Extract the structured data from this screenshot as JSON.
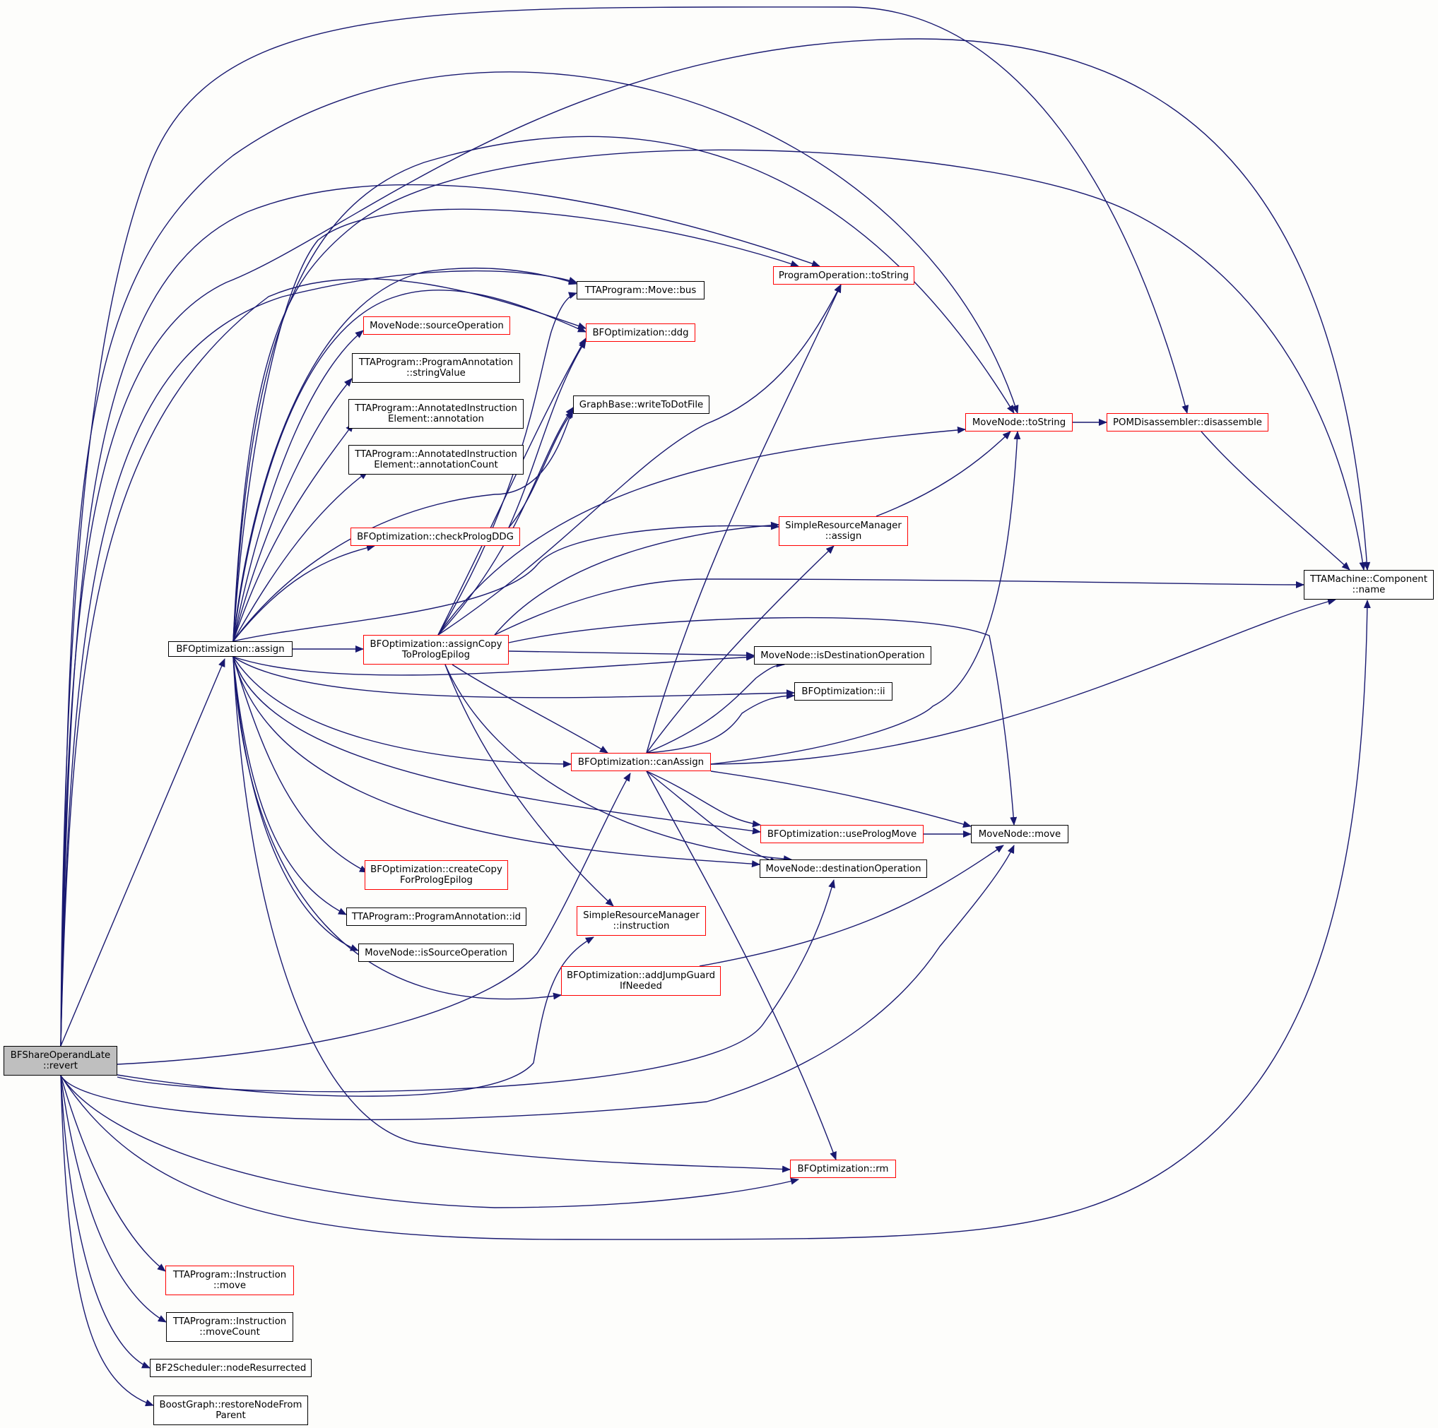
{
  "diagram": {
    "edge_color": "#191970",
    "nodes": {
      "root": {
        "lines": [
          "BFShareOperandLate",
          "::revert"
        ],
        "border": "black",
        "fill": "#bfbfbf"
      },
      "assign": {
        "lines": [
          "BFOptimization::assign"
        ],
        "border": "black"
      },
      "bus": {
        "lines": [
          "TTAProgram::Move::bus"
        ],
        "border": "black"
      },
      "srcop": {
        "lines": [
          "MoveNode::sourceOperation"
        ],
        "border": "red"
      },
      "strval": {
        "lines": [
          "TTAProgram::ProgramAnnotation",
          "::stringValue"
        ],
        "border": "black"
      },
      "annot": {
        "lines": [
          "TTAProgram::AnnotatedInstruction",
          "Element::annotation"
        ],
        "border": "black"
      },
      "annotcnt": {
        "lines": [
          "TTAProgram::AnnotatedInstruction",
          "Element::annotationCount"
        ],
        "border": "black"
      },
      "checkpro": {
        "lines": [
          "BFOptimization::checkPrologDDG"
        ],
        "border": "red"
      },
      "acpe": {
        "lines": [
          "BFOptimization::assignCopy",
          "ToPrologEpilog"
        ],
        "border": "red"
      },
      "ddg": {
        "lines": [
          "BFOptimization::ddg"
        ],
        "border": "red"
      },
      "writedot": {
        "lines": [
          "GraphBase::writeToDotFile"
        ],
        "border": "black"
      },
      "potostr": {
        "lines": [
          "ProgramOperation::toString"
        ],
        "border": "red"
      },
      "mntostr": {
        "lines": [
          "MoveNode::toString"
        ],
        "border": "red"
      },
      "pomdis": {
        "lines": [
          "POMDisassembler::disassemble"
        ],
        "border": "red"
      },
      "srmassign": {
        "lines": [
          "SimpleResourceManager",
          "::assign"
        ],
        "border": "red"
      },
      "compname": {
        "lines": [
          "TTAMachine::Component",
          "::name"
        ],
        "border": "black"
      },
      "isdestop": {
        "lines": [
          "MoveNode::isDestinationOperation"
        ],
        "border": "black"
      },
      "ii": {
        "lines": [
          "BFOptimization::ii"
        ],
        "border": "black"
      },
      "canassign": {
        "lines": [
          "BFOptimization::canAssign"
        ],
        "border": "red"
      },
      "useprolog": {
        "lines": [
          "BFOptimization::usePrologMove"
        ],
        "border": "red"
      },
      "mnmove": {
        "lines": [
          "MoveNode::move"
        ],
        "border": "black"
      },
      "destop": {
        "lines": [
          "MoveNode::destinationOperation"
        ],
        "border": "black"
      },
      "ccfpe": {
        "lines": [
          "BFOptimization::createCopy",
          "ForPrologEpilog"
        ],
        "border": "red"
      },
      "paid": {
        "lines": [
          "TTAProgram::ProgramAnnotation::id"
        ],
        "border": "black"
      },
      "issrcop": {
        "lines": [
          "MoveNode::isSourceOperation"
        ],
        "border": "black"
      },
      "srminstr": {
        "lines": [
          "SimpleResourceManager",
          "::instruction"
        ],
        "border": "red"
      },
      "jumpguard": {
        "lines": [
          "BFOptimization::addJumpGuard",
          "IfNeeded"
        ],
        "border": "red"
      },
      "rm": {
        "lines": [
          "BFOptimization::rm"
        ],
        "border": "red"
      },
      "instmove": {
        "lines": [
          "TTAProgram::Instruction",
          "::move"
        ],
        "border": "red"
      },
      "instmcnt": {
        "lines": [
          "TTAProgram::Instruction",
          "::moveCount"
        ],
        "border": "black"
      },
      "bf2res": {
        "lines": [
          "BF2Scheduler::nodeResurrected"
        ],
        "border": "black"
      },
      "restore": {
        "lines": [
          "BoostGraph::restoreNodeFrom",
          "Parent"
        ],
        "border": "black"
      }
    }
  }
}
